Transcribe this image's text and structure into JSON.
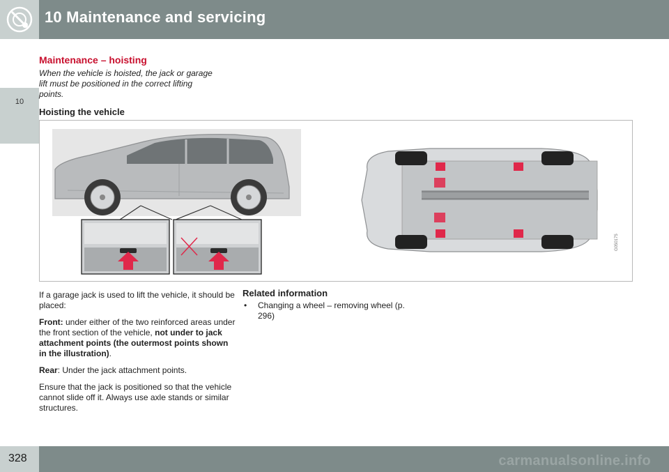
{
  "header": {
    "title": "10 Maintenance and servicing"
  },
  "chapter_tab": {
    "number": "10"
  },
  "section": {
    "title": "Maintenance – hoisting",
    "intro": "When the vehicle is hoisted, the jack or garage lift must be positioned in the correct lifting points."
  },
  "subheading": "Hoisting the vehicle",
  "figure": {
    "code": "G050175"
  },
  "body": {
    "p1": "If a garage jack is used to lift the vehicle, it should be placed:",
    "front_label": "Front:",
    "front_text": " under either of the two reinforced areas under the front section of the vehicle, ",
    "front_bold": "not under to jack attachment points (the outermost points shown in the illustration)",
    "front_end": ".",
    "rear_label": "Rear",
    "rear_text": ": Under the jack attachment points.",
    "p4": "Ensure that the jack is positioned so that the vehicle cannot slide off it. Always use axle stands or similar structures."
  },
  "related": {
    "title": "Related information",
    "items": [
      {
        "bullet": "•",
        "text": "Changing a wheel – removing wheel (p. 296)"
      }
    ]
  },
  "footer": {
    "page_number": "328",
    "watermark": "carmanualsonline.info"
  },
  "colors": {
    "header": "#7e8b8a",
    "tab": "#c8d0cf",
    "accent_red": "#c8102e",
    "lift_point": "#e0284a"
  }
}
